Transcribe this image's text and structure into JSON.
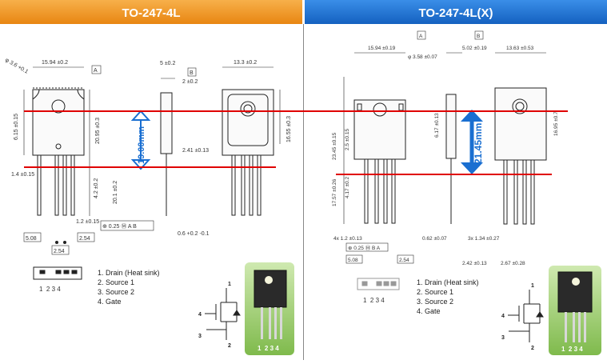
{
  "colors": {
    "left_header": "#f39a2b",
    "right_header": "#1d74d4",
    "red_line": "#e00000",
    "left_arrow": "#1a6fd1",
    "right_arrow": "#1a6fd1",
    "photo_bg": "#8bc34a"
  },
  "left": {
    "title": "TO-247-4L",
    "gauge": "19.00mm",
    "legend": [
      "1. Drain (Heat sink)",
      "2. Source 1",
      "3. Source 2",
      "4. Gate"
    ],
    "pins": "1  2 3 4",
    "photo_pins": "1  2 3 4",
    "dims": {
      "hole": "φ 3.6 +0.1",
      "w_top": "15.94 ±0.2",
      "datum_a": "A",
      "w_side": "5 ±0.2",
      "datum_b": "B",
      "tab_th": "2 ±0.2",
      "w_back": "13.3 ±0.2",
      "h_left": "6.15 ±0.15",
      "h_body": "20.95 ±0.3",
      "h_back": "16.55 ±0.3",
      "h_lead1": "4.2 ±0.2",
      "h_lead2": "20.1 ±0.2",
      "lead_th": "2.41 ±0.13",
      "lead_w": "1.4 ±0.15",
      "pitch": "1.2 ±0.15",
      "tol": "⊕ 0.25 Ⓜ A B",
      "box1": "5.08",
      "box2": "2.54",
      "box3": "2.54",
      "lead_t": "0.6 +0.2 -0.1"
    }
  },
  "right": {
    "title": "TO-247-4L(X)",
    "gauge": "21.45mm",
    "legend": [
      "1. Drain (Heat sink)",
      "2. Source 1",
      "3. Source 2",
      "4. Gate"
    ],
    "pins": "1  2 3 4",
    "photo_pins": "1  2 3 4",
    "dims": {
      "w_top": "15.94 ±0.19",
      "datum_a": "A",
      "hole": "φ 3.58 ±0.07",
      "w_side": "5.02 ±0.19",
      "datum_b": "B",
      "w_back": "13.63 ±0.53",
      "h1": "23.45 ±0.15",
      "h2": "2.5 ±0.15",
      "h3": "6.17 ±0.13",
      "h_back": "16.95 ±0.7",
      "h4": "17.57 ±0.26",
      "h5": "4.17 ±0.2",
      "pitch": "4x 1.2 ±0.13",
      "tol": "⊕ 0.25 Ⓜ B A",
      "lead_t": "0.62 ±0.07",
      "lead_w": "3x 1.34 ±0.27",
      "box1": "5.08",
      "box2": "2.54",
      "w_bot1": "2.42 ±0.13",
      "w_bot2": "2.67 ±0.28"
    }
  }
}
